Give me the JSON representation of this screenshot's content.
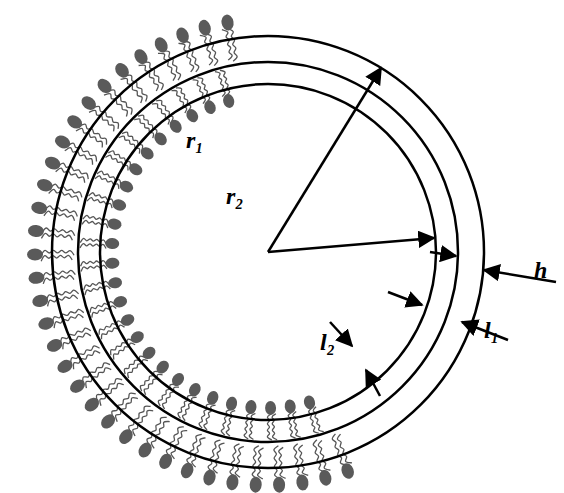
{
  "diagram": {
    "labels": [
      "r₁",
      "r₂",
      "h",
      "l₁",
      "l₂"
    ]
  }
}
